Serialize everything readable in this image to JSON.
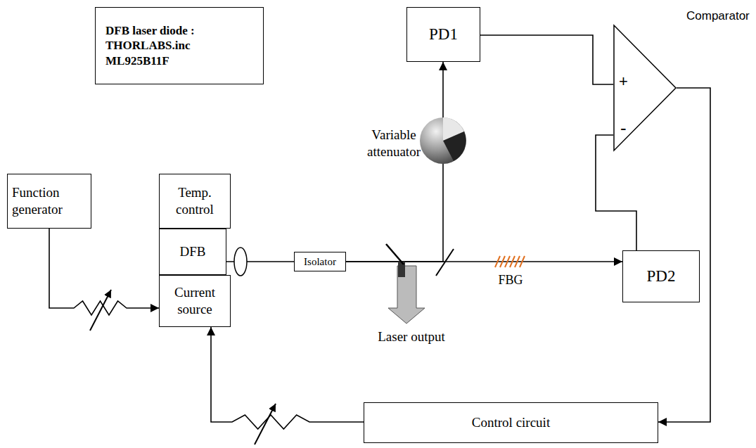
{
  "diagram": {
    "nodes": [
      {
        "text": [
          "DFB laser diode : THORLABS.inc ML925B11F"
        ]
      },
      {
        "text": [
          "PD1"
        ]
      },
      {
        "text": [
          "Comparator",
          "+",
          "-"
        ]
      },
      {
        "text": [
          "Function generator"
        ]
      },
      {
        "text": [
          "Temp. control"
        ]
      },
      {
        "text": [
          "DFB"
        ]
      },
      {
        "text": [
          "Current source"
        ]
      },
      {
        "text": [
          "Isolator"
        ]
      },
      {
        "text": [
          "PD2"
        ]
      },
      {
        "text": [
          "Control circuit"
        ]
      }
    ],
    "edges": [
      {
        "from": 3,
        "to": 6,
        "arrow": "to"
      },
      {
        "from": 5,
        "to": 7,
        "arrow": "none"
      },
      {
        "from": 7,
        "to": 1,
        "arrow": "to"
      },
      {
        "from": 7,
        "to": 8,
        "arrow": "to"
      },
      {
        "from": 1,
        "to": 2,
        "arrow": "none"
      },
      {
        "from": 8,
        "to": 2,
        "arrow": "none"
      },
      {
        "from": 2,
        "to": 9,
        "arrow": "to"
      },
      {
        "from": 9,
        "to": 6,
        "arrow": "to"
      }
    ],
    "labels": [
      "Variable attenuator",
      "Laser output",
      "FBG"
    ]
  }
}
